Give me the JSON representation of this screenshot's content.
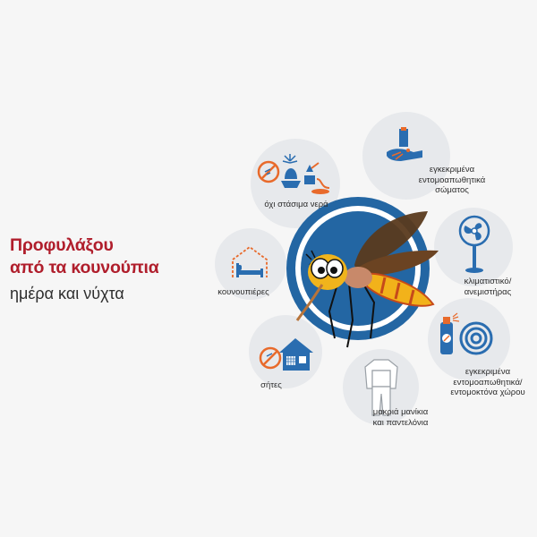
{
  "headline": {
    "line1": "Προφυλάξου",
    "line2": "από τα κουνούπια",
    "line3": "ημέρα και νύχτα"
  },
  "items": [
    {
      "id": "no-standing-water",
      "label_lines": [
        "όχι στάσιμα νερά"
      ],
      "icon": "potted-plant-water-icon"
    },
    {
      "id": "body-repellent",
      "label_lines": [
        "εγκεκριμένα",
        "εντομοαπωθητικά",
        "σώματος"
      ],
      "icon": "repellent-tube-hand-icon"
    },
    {
      "id": "mosquito-nets",
      "label_lines": [
        "κουνουπιέρες"
      ],
      "icon": "bed-net-icon"
    },
    {
      "id": "ac-fan",
      "label_lines": [
        "κλιματιστικό/",
        "ανεμιστήρας"
      ],
      "icon": "standing-fan-icon"
    },
    {
      "id": "screens",
      "label_lines": [
        "σήτες"
      ],
      "icon": "house-screen-icon"
    },
    {
      "id": "space-repellent",
      "label_lines": [
        "εγκεκριμένα",
        "εντομοαπωθητικά/",
        "εντομοκτόνα χώρου"
      ],
      "icon": "spray-coil-icon"
    },
    {
      "id": "long-clothing",
      "label_lines": [
        "μακριά μανίκια",
        "και παντελόνια"
      ],
      "icon": "long-clothes-icon"
    }
  ],
  "colors": {
    "title_red": "#b01e2c",
    "ring_blue": "#2366a3",
    "icon_blue": "#2a6db0",
    "accent_orange": "#e86a2b",
    "bubble_gray": "#e7e9ec"
  }
}
